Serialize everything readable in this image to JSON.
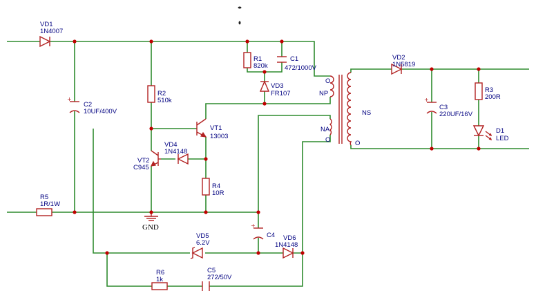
{
  "components": {
    "vd1": {
      "ref": "VD1",
      "value": "1N4007"
    },
    "vd2": {
      "ref": "VD2",
      "value": "1N5819"
    },
    "vd3": {
      "ref": "VD3",
      "value": "FR107"
    },
    "vd4": {
      "ref": "VD4",
      "value": "1N4148"
    },
    "vd5": {
      "ref": "VD5",
      "value": "6.2V"
    },
    "vd6": {
      "ref": "VD6",
      "value": "1N4148"
    },
    "r1": {
      "ref": "R1",
      "value": "820k"
    },
    "r2": {
      "ref": "R2",
      "value": "510k"
    },
    "r3": {
      "ref": "R3",
      "value": "200R"
    },
    "r4": {
      "ref": "R4",
      "value": "10R"
    },
    "r5": {
      "ref": "R5",
      "value": "1R/1W"
    },
    "r6": {
      "ref": "R6",
      "value": "1k"
    },
    "c1": {
      "ref": "C1",
      "value": "472/1000V"
    },
    "c2": {
      "ref": "C2",
      "value": "10UF/400V"
    },
    "c3": {
      "ref": "C3",
      "value": "220UF/16V"
    },
    "c4": {
      "ref": "C4",
      "value": ""
    },
    "c5": {
      "ref": "C5",
      "value": "272/50V"
    },
    "vt1": {
      "ref": "VT1",
      "value": "13003"
    },
    "vt2": {
      "ref": "VT2",
      "value": "C945"
    },
    "d1": {
      "ref": "D1",
      "value": "LED"
    }
  },
  "transformer": {
    "np": "NP",
    "na": "NA",
    "ns": "NS",
    "dot_np": "O",
    "dot_na": "O",
    "dot_ns": "O"
  },
  "ground": {
    "label": "GND"
  },
  "colors": {
    "wire": "#2e8b2e",
    "component": "#b22222",
    "junction": "#c00000",
    "label": "#000080"
  }
}
